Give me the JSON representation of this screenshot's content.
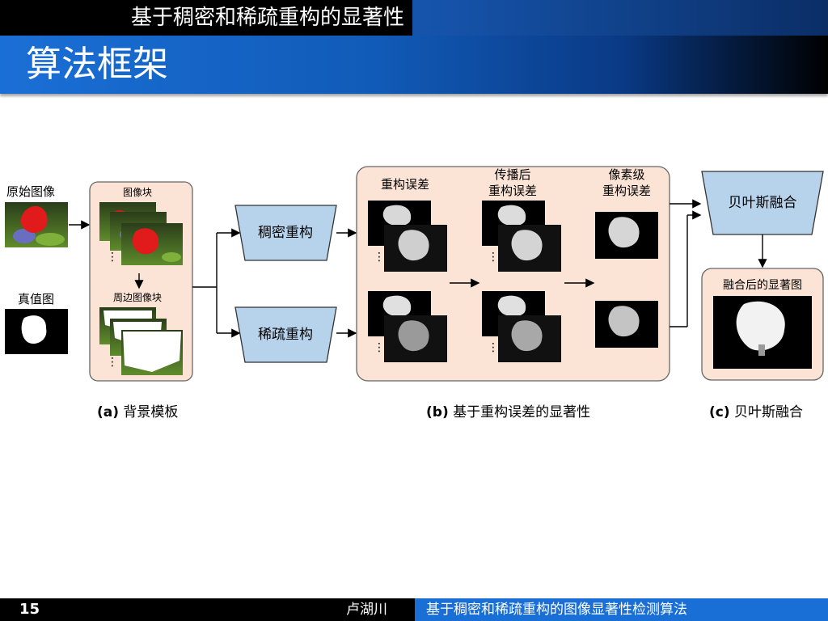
{
  "header": {
    "top_title": "基于稠密和稀疏重构的显著性",
    "slide_title": "算法框架"
  },
  "diagram": {
    "input_image_label": "原始图像",
    "gt_label": "真值图",
    "image_block_label": "图像块",
    "surround_block_label": "周边图像块",
    "dense_label": "稠密重构",
    "sparse_label": "稀疏重构",
    "recon_error_label": "重构误差",
    "prop_error_line1": "传播后",
    "prop_error_line2": "重构误差",
    "pixel_error_line1": "像素级",
    "pixel_error_line2": "重构误差",
    "bayes_label": "贝叶斯融合",
    "fused_label": "融合后的显著图",
    "dots": "⋮"
  },
  "captions": {
    "a_prefix": "(a)",
    "a_text": "背景模板",
    "b_prefix": "(b)",
    "b_text": "基于重构误差的显著性",
    "c_prefix": "(c)",
    "c_text": "贝叶斯融合"
  },
  "footer": {
    "page_number": "15",
    "author": "卢湖川",
    "title": "基于稠密和稀疏重构的图像显著性检测算法"
  },
  "colors": {
    "panel_fill": "#fbe3d5",
    "trapezoid_fill": "#b7d3ec",
    "header_blue": "#1a6fd6"
  }
}
